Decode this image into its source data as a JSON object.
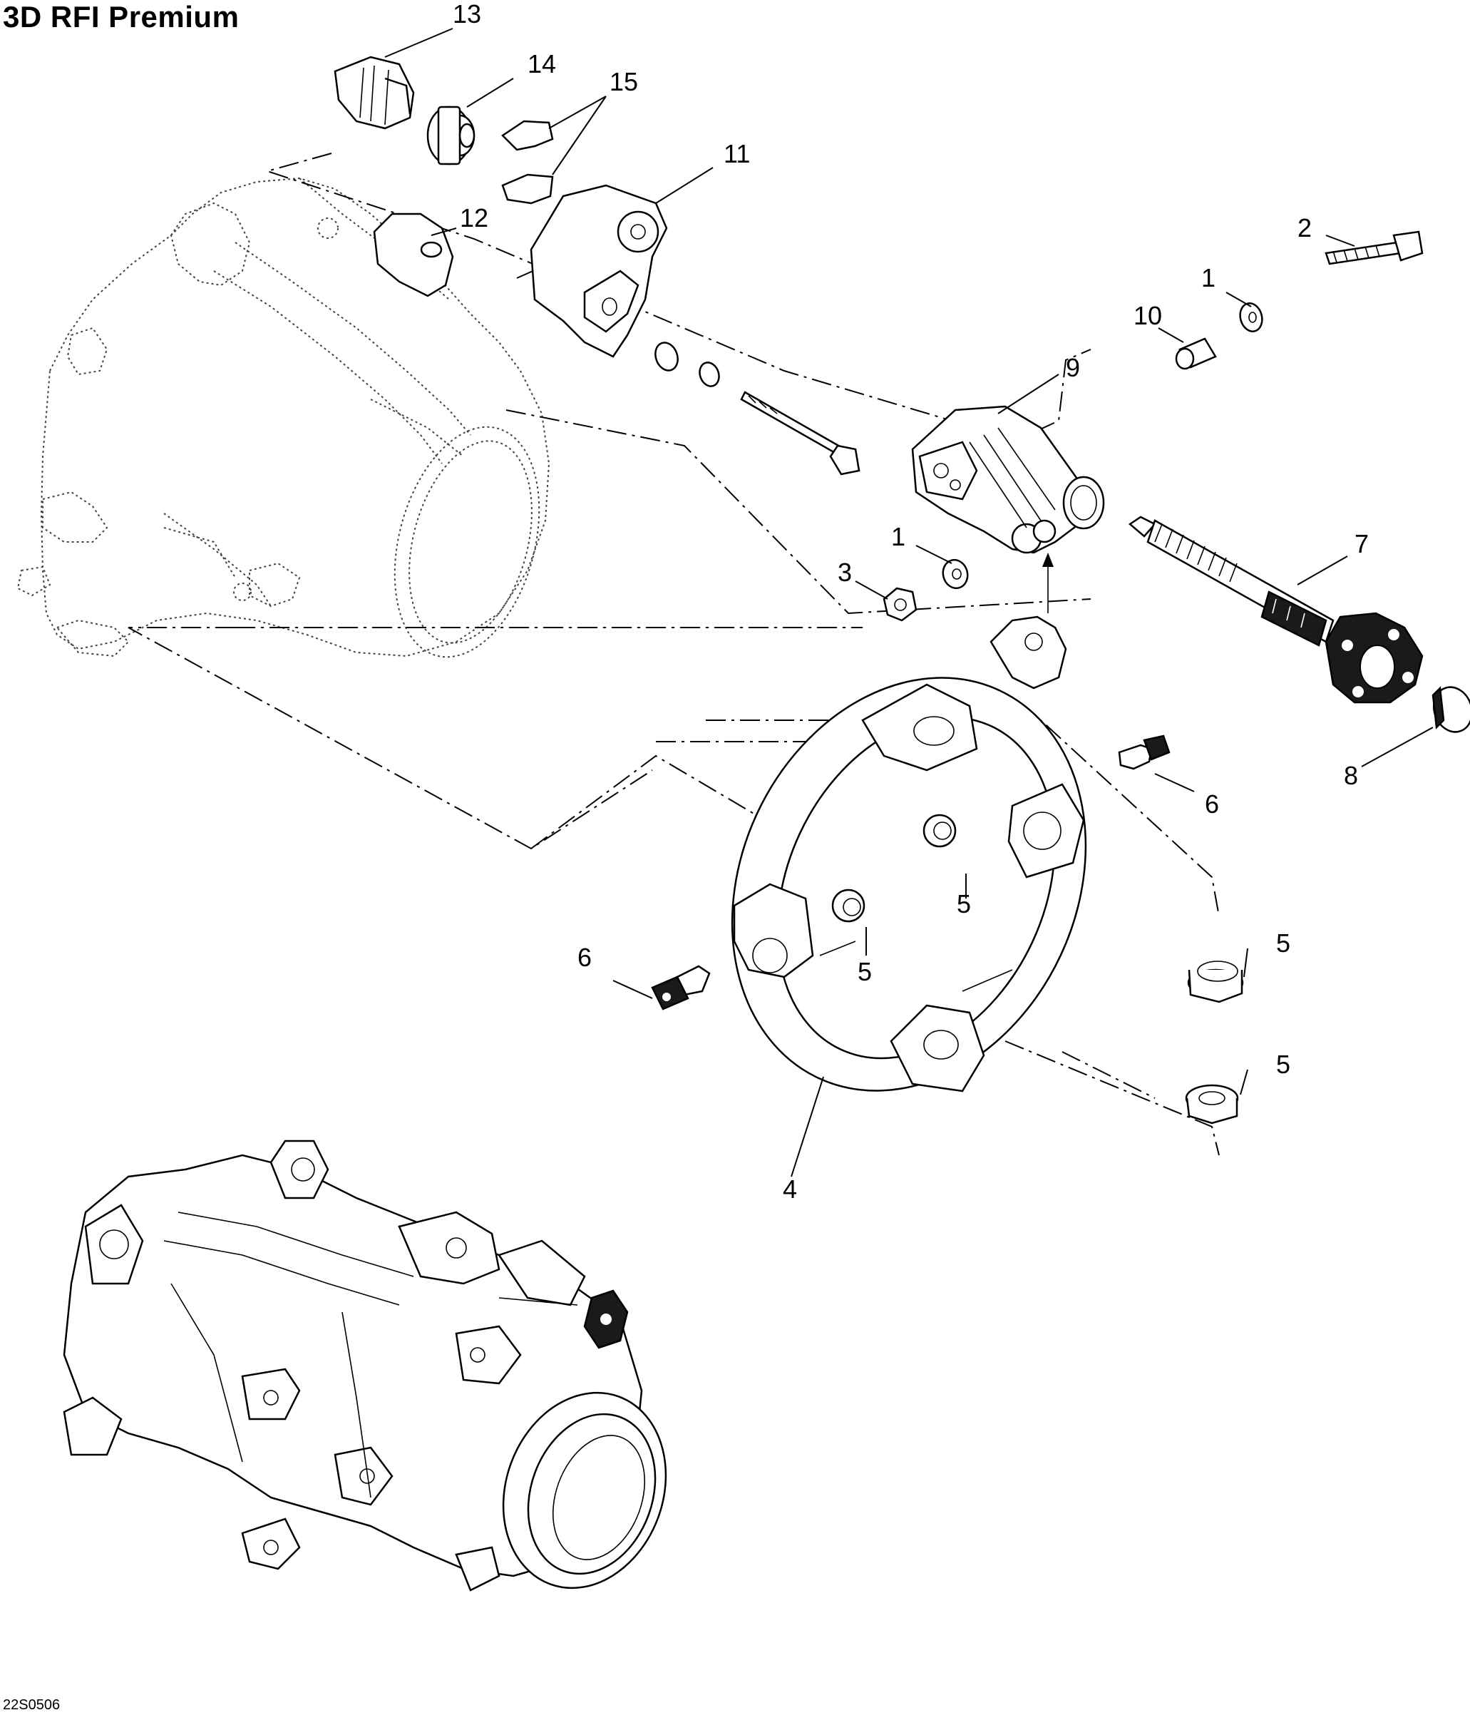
{
  "title": "3D RFI Premium",
  "figure_code": "22S0506",
  "callouts": [
    {
      "id": "c13",
      "label": "13"
    },
    {
      "id": "c14",
      "label": "14"
    },
    {
      "id": "c15",
      "label": "15"
    },
    {
      "id": "c11",
      "label": "11"
    },
    {
      "id": "c12",
      "label": "12"
    },
    {
      "id": "c2",
      "label": "2"
    },
    {
      "id": "c1a",
      "label": "1"
    },
    {
      "id": "c10",
      "label": "10"
    },
    {
      "id": "c9",
      "label": "9"
    },
    {
      "id": "c1b",
      "label": "1"
    },
    {
      "id": "c7",
      "label": "7"
    },
    {
      "id": "c3",
      "label": "3"
    },
    {
      "id": "c8",
      "label": "8"
    },
    {
      "id": "c6a",
      "label": "6"
    },
    {
      "id": "c5a",
      "label": "5"
    },
    {
      "id": "c5b",
      "label": "5"
    },
    {
      "id": "c5c",
      "label": "5"
    },
    {
      "id": "c6b",
      "label": "6"
    },
    {
      "id": "c5d",
      "label": "5"
    },
    {
      "id": "c4",
      "label": "4"
    }
  ]
}
